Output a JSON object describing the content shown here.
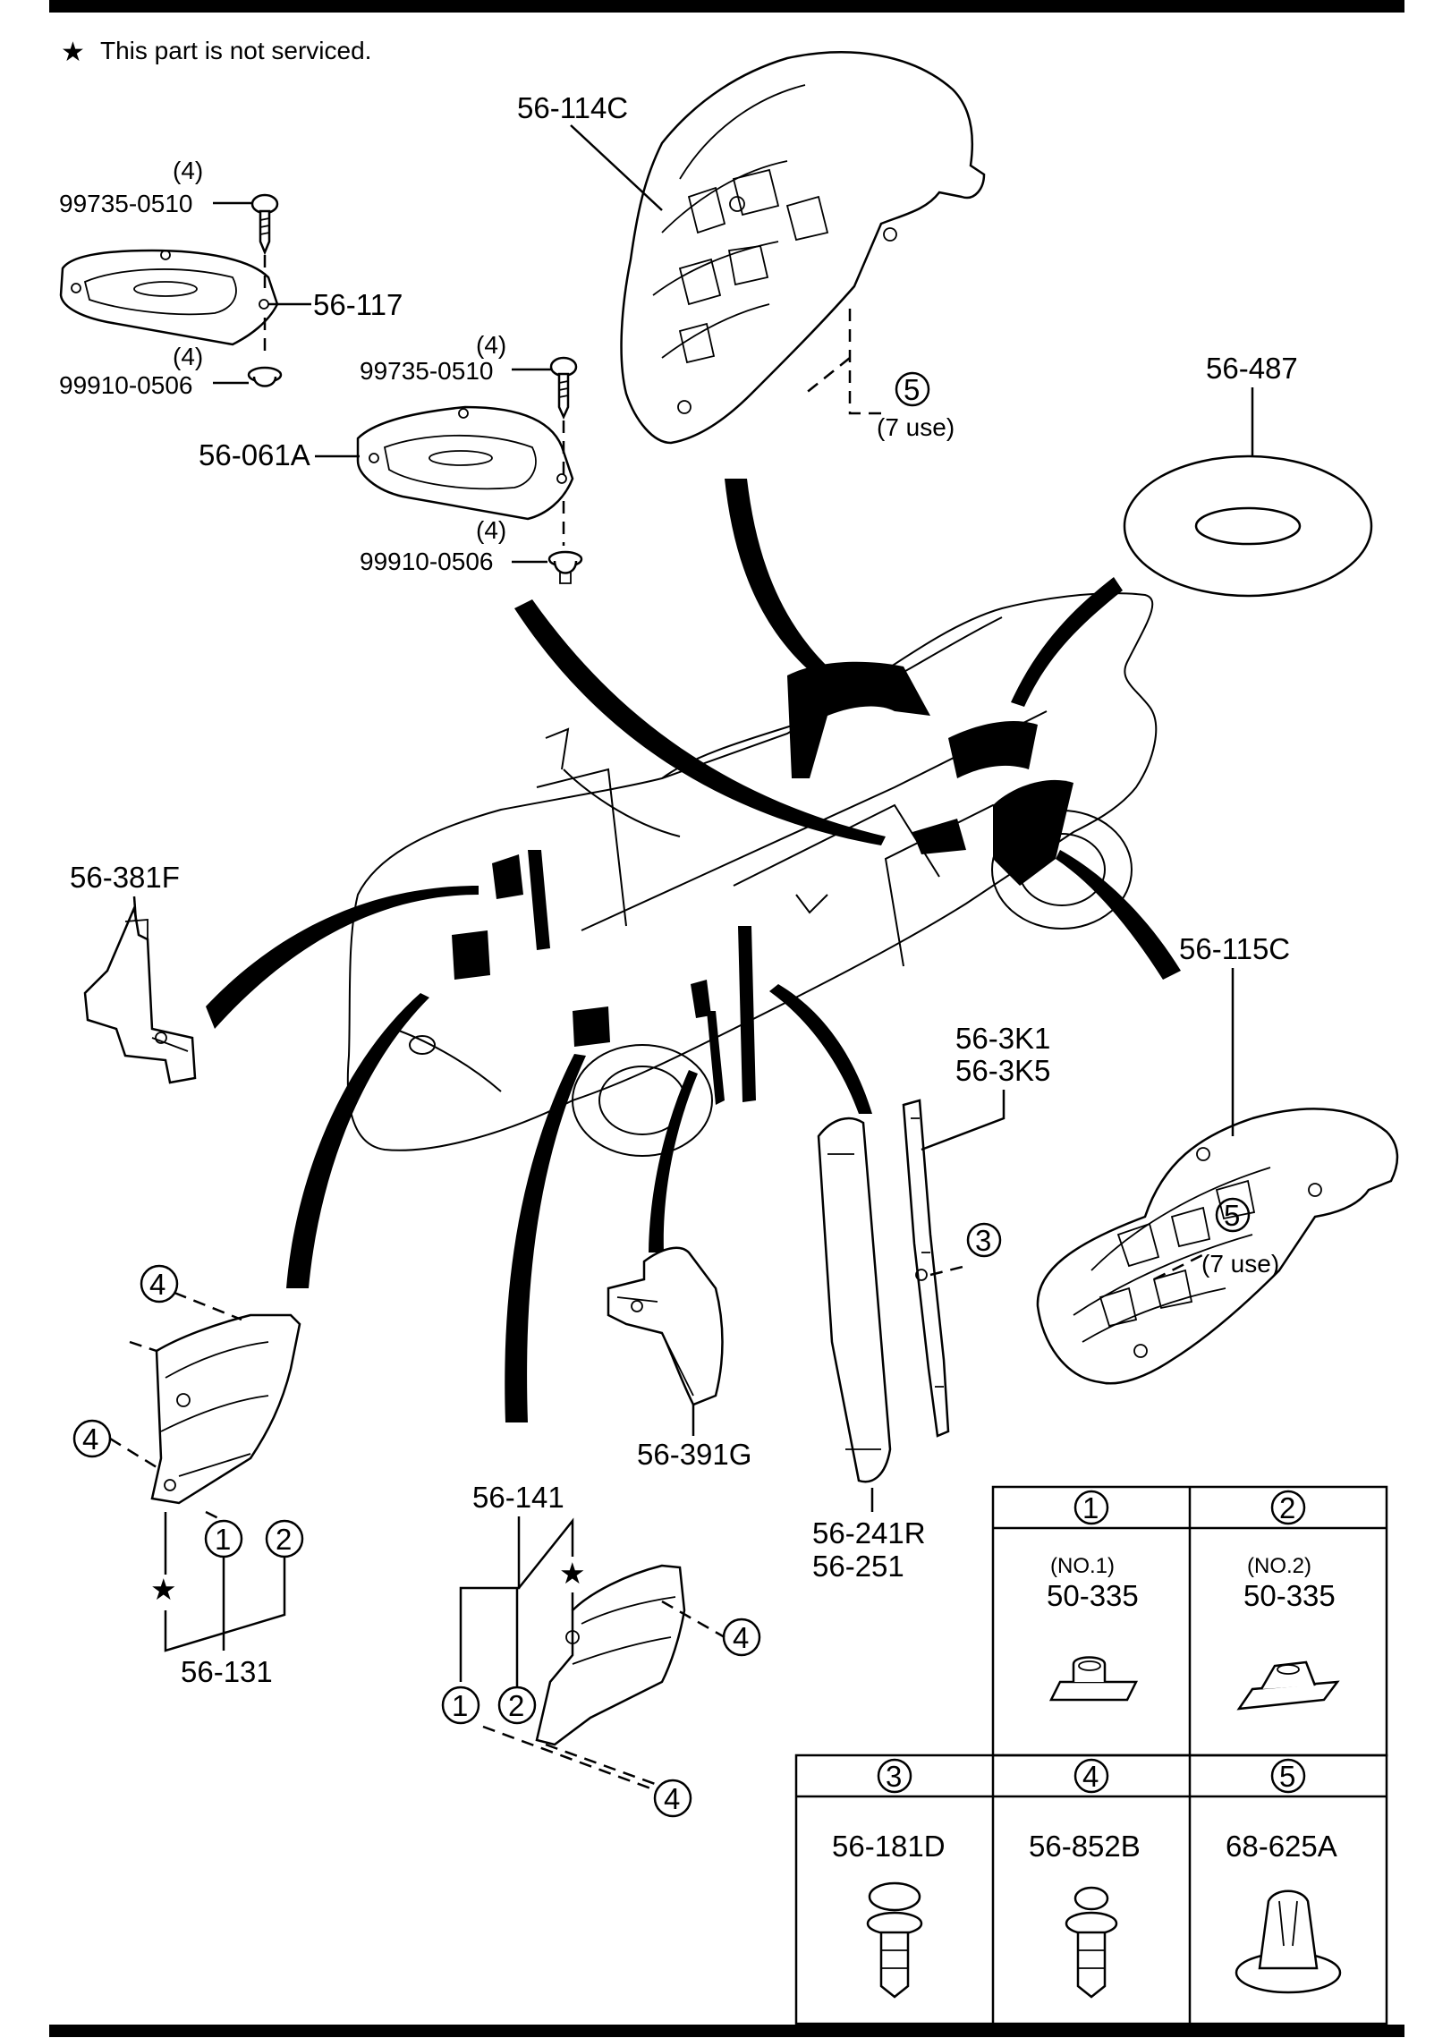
{
  "note": {
    "star": "★",
    "text": "This part is not serviced."
  },
  "labels": {
    "p56_114C": "56-114C",
    "p56_117": "56-117",
    "p56_061A": "56-061A",
    "screw_top": {
      "qty": "(4)",
      "part": "99735-0510"
    },
    "clip_top": {
      "qty": "(4)",
      "part": "99910-0506"
    },
    "screw_mid": {
      "qty": "(4)",
      "part": "99735-0510"
    },
    "clip_mid": {
      "qty": "(4)",
      "part": "99910-0506"
    },
    "p56_487": "56-487",
    "p56_381F": "56-381F",
    "p56_115C": "56-115C",
    "p56_3K1": "56-3K1",
    "p56_3K5": "56-3K5",
    "p56_391G": "56-391G",
    "p56_241R": "56-241R",
    "p56_251": "56-251",
    "p56_141": "56-141",
    "p56_131": "56-131",
    "use_top": "(7 use)",
    "use_right": "(7 use)"
  },
  "callouts": [
    "1",
    "2",
    "3",
    "4",
    "5"
  ],
  "star": "★",
  "fastener_table": [
    {
      "ref": "1",
      "sub": "(NO.1)",
      "part": "50-335"
    },
    {
      "ref": "2",
      "sub": "(NO.2)",
      "part": "50-335"
    },
    {
      "ref": "3",
      "sub": "",
      "part": "56-181D"
    },
    {
      "ref": "4",
      "sub": "",
      "part": "56-852B"
    },
    {
      "ref": "5",
      "sub": "",
      "part": "68-625A"
    }
  ]
}
